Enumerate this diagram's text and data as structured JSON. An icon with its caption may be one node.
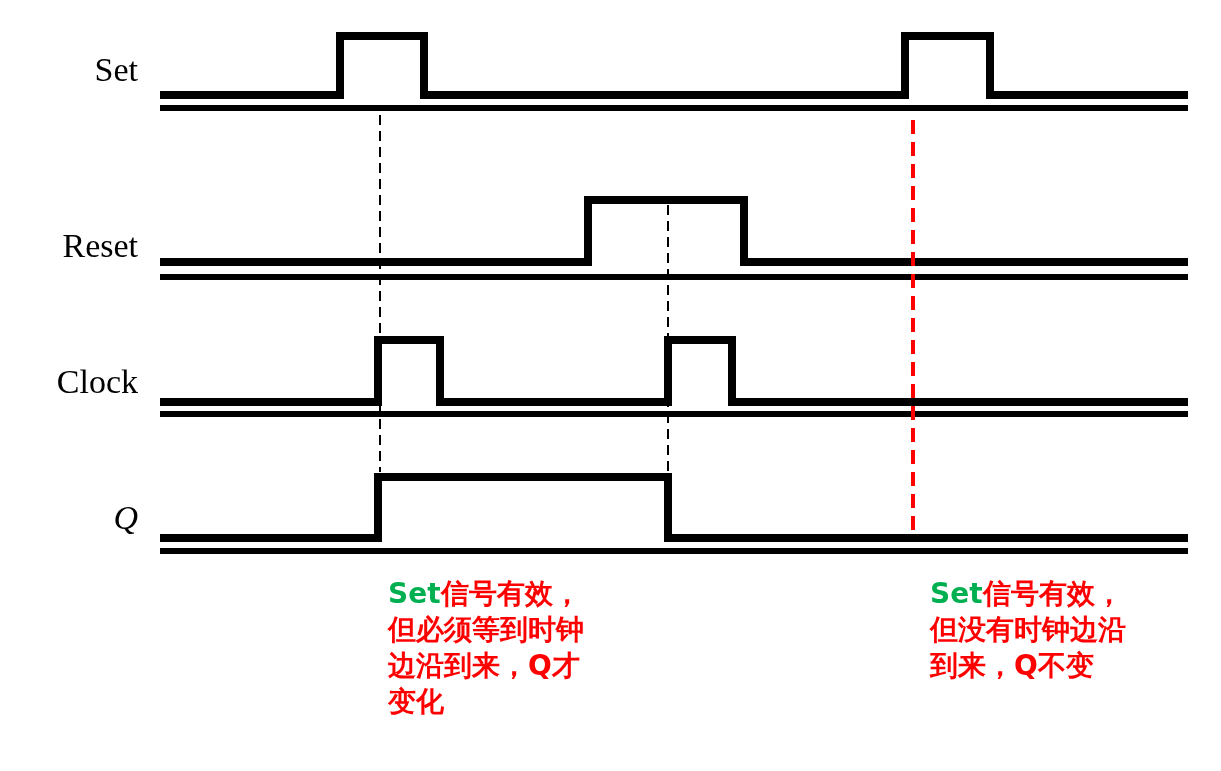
{
  "diagram": {
    "labels": [
      "Set",
      "Reset",
      "Clock",
      "Q",
      "Set",
      "信号有效，但必须等到时钟边沿到来，Q才变化",
      "Set",
      "信号有效，但没有时钟边沿到来，Q不变"
    ]
  }
}
